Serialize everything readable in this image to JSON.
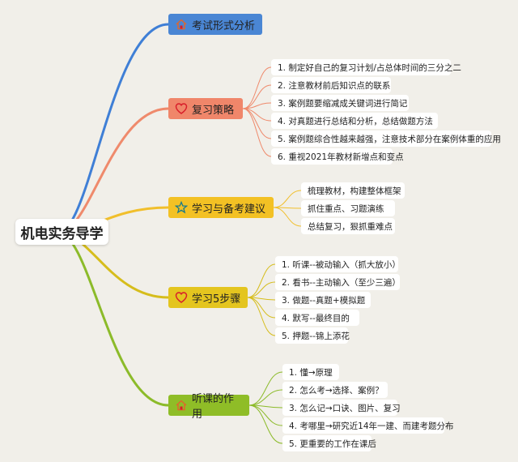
{
  "root": {
    "label": "机电实务导学"
  },
  "branches": [
    {
      "label": "考试形式分析",
      "icon": "home-icon",
      "color": "#4a86d4",
      "line_color": "#3f7fd6",
      "items": []
    },
    {
      "label": "复习策略",
      "icon": "heart-icon",
      "color": "#f0866a",
      "line_color": "#ef8a6c",
      "items": [
        "1. 制定好自己的复习计划/占总体时间的三分之二",
        "2. 注意教材前后知识点的联系",
        "3. 案例题要缩减成关键词进行简记",
        "4. 对真题进行总结和分析，总结做题方法",
        "5. 案例题综合性越来越强，注意技术部分在案例体重的应用",
        "6. 重视2021年教材新增点和变点"
      ]
    },
    {
      "label": "学习与备考建议",
      "icon": "star-icon",
      "color": "#f3c124",
      "line_color": "#f1bf2c",
      "items": [
        "梳理教材，构建整体框架",
        "抓住重点、习题演练",
        "总结复习，狠抓重难点"
      ]
    },
    {
      "label": "学习5步骤",
      "icon": "heart-icon",
      "color": "#e4c51f",
      "line_color": "#d6bd1c",
      "items": [
        "1. 听课--被动输入（抓大放小）",
        "2. 看书--主动输入（至少三遍）",
        "3. 做题--真题+模拟题",
        "4. 默写--最终目的",
        "5. 押题--锦上添花"
      ]
    },
    {
      "label": "听课的作用",
      "icon": "home-icon",
      "color": "#8fbd27",
      "line_color": "#8cbb2a",
      "items": [
        "1. 懂→原理",
        "2. 怎么考→选择、案例？",
        "3. 怎么记→口诀、图片、复习",
        "4. 考哪里→研究近14年一建、而建考题分布",
        "5. 更重要的工作在课后"
      ]
    }
  ]
}
